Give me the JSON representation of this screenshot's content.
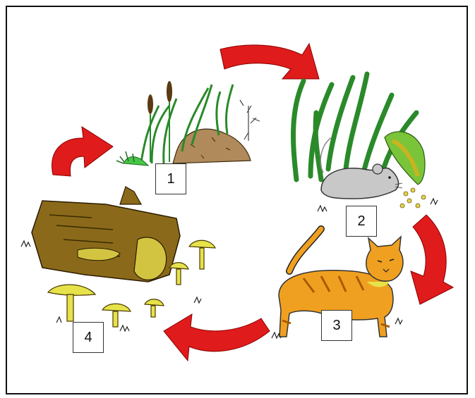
{
  "diagram": {
    "stages": [
      {
        "number": "1",
        "scene": "grass-and-soil-pond-plants"
      },
      {
        "number": "2",
        "scene": "mouse-in-grass-eating-corn"
      },
      {
        "number": "3",
        "scene": "orange-striped-cat"
      },
      {
        "number": "4",
        "scene": "rotting-log-with-mushrooms"
      }
    ],
    "arrows": [
      "arrow-4-to-1",
      "arrow-1-to-2",
      "arrow-2-to-3",
      "arrow-3-to-4"
    ],
    "colors": {
      "arrow": "#e01b1b",
      "grass": "#3aa63a",
      "soil": "#b08a5a",
      "mouse": "#c8c8c8",
      "cat": "#f0a020",
      "log": "#8a6a1a",
      "mushroom": "#e6e24a"
    }
  }
}
